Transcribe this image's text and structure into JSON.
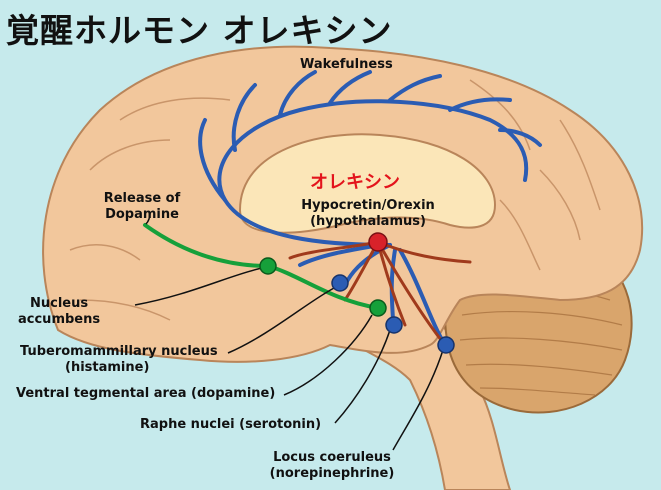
{
  "title": "覚醒ホルモン オレキシン",
  "labels": {
    "wakefulness": "Wakefulness",
    "orexin_jp": "オレキシン",
    "hypocretin": "Hypocretin/Orexin",
    "hypothalamus": "(hypothalamus)",
    "release_line1": "Release of",
    "release_line2": "Dopamine",
    "nucleus_line1": "Nucleus",
    "nucleus_line2": "accumbens",
    "tubero_line1": "Tuberomammillary nucleus",
    "tubero_line2": "(histamine)",
    "vta": "Ventral tegmental area (dopamine)",
    "raphe": "Raphe nuclei (serotonin)",
    "locus_line1": "Locus coeruleus",
    "locus_line2": "(norepinephrine)"
  },
  "colors": {
    "background": "#c6eaec",
    "cortex": "#f2c79c",
    "corpus_callosum": "#fbe6b8",
    "cerebellum": "#d9a56c",
    "orexin_pathway": "#2b5cb3",
    "dopamine_pathway": "#16a03a",
    "hypothalamus_pathway": "#a03a1c",
    "orexin_node": "#d8222a"
  }
}
